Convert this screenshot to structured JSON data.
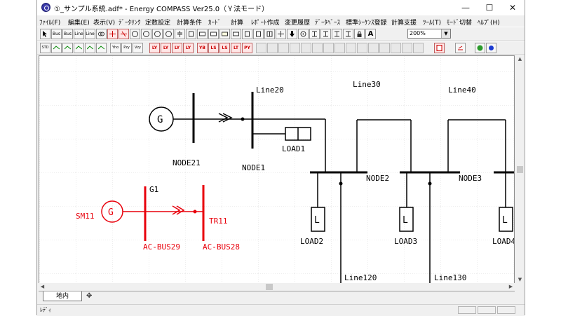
{
  "window": {
    "title": "①_サンプル系統.adf* - Energy COMPASS Ver25.0（Ｙ法モード）",
    "minimize": "—",
    "maximize": "☐",
    "close": "✕"
  },
  "menu": {
    "items": [
      "ﾌｧｲﾙ(F)",
      "編集(E)",
      "表示(V)",
      "ﾃﾞｰﾀﾘﾝｸ",
      "定数設定",
      "計算条件",
      "ｶｰﾄﾞ",
      "計算",
      "ﾚﾎﾟｰﾄ作成",
      "変更履歴",
      "ﾃﾞｰﾀﾍﾞｰｽ",
      "標準ｼｰｹﾝｽ登録",
      "計算支援",
      "ﾂｰﾙ(T)",
      "ﾓｰﾄﾞ切替",
      "ﾍﾙﾌﾟ(H)"
    ]
  },
  "toolbar1": {
    "buttons": [
      "Bus",
      "Bus",
      "Line",
      "Line",
      "A"
    ],
    "zoom": "200%"
  },
  "toolbar2": {
    "buttons": [
      "STD",
      "Yho",
      "Pzy",
      "Vzy",
      "LY",
      "LY",
      "LY",
      "LY",
      "YB",
      "LS",
      "LS",
      "LT",
      "PY"
    ]
  },
  "diagram": {
    "black": {
      "generator": "G",
      "node21": "NODE21",
      "node1": "NODE1",
      "node2": "NODE2",
      "node3": "NODE3",
      "line20": "Line20",
      "line30": "Line30",
      "line40": "Line40",
      "line120": "Line120",
      "line130": "Line130",
      "load1": "LOAD1",
      "load2": "LOAD2",
      "load3": "LOAD3",
      "load4": "LOAD4",
      "load_symbol": "L"
    },
    "red": {
      "g1": "G1",
      "sm11": "SM11",
      "generator": "G",
      "tr11": "TR11",
      "bus29": "AC-BUS29",
      "bus28": "AC-BUS28",
      "color": "#e8000b"
    }
  },
  "tabs": {
    "active": "地内",
    "add": "✥"
  },
  "status": {
    "text": "ﾚﾃﾞｨ"
  }
}
